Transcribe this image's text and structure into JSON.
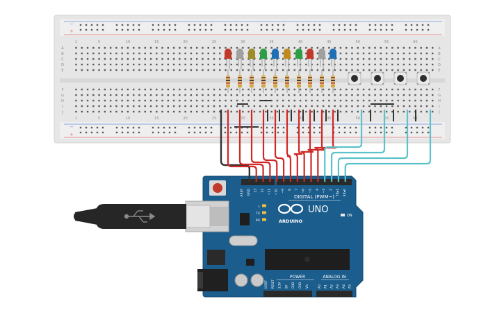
{
  "breadboard": {
    "column_numbers": [
      "1",
      "5",
      "10",
      "15",
      "20",
      "25",
      "30",
      "35",
      "40",
      "45",
      "50",
      "55",
      "60"
    ],
    "row_letters_top": [
      "A",
      "B",
      "C",
      "D",
      "E"
    ],
    "row_letters_bottom": [
      "F",
      "G",
      "H",
      "I",
      "J"
    ],
    "rail_minus": "−",
    "rail_plus": "+"
  },
  "leds": {
    "colors": [
      "#c0392b",
      "#a0a0a0",
      "#9c8c2a",
      "#2e9e44",
      "#1f6fb5",
      "#c08a1e",
      "#2e9e44",
      "#c0392b",
      "#a0a0a0",
      "#1f6fb5"
    ]
  },
  "arduino": {
    "brand": "ARDUINO",
    "model": "UNO",
    "digital_label": "DIGITAL (PWM~)",
    "digital_pins": [
      "AREF",
      "GND",
      "13",
      "12",
      "~11",
      "~10",
      "~9",
      "8",
      "7",
      "~6",
      "~5",
      "4",
      "~3",
      "2",
      "TX▸1",
      "RX◂0"
    ],
    "power_label": "POWER",
    "analog_label": "ANALOG IN",
    "power_pins": [
      "IOREF",
      "RESET",
      "3.3V",
      "5V",
      "GND",
      "GND",
      "Vin"
    ],
    "analog_pins": [
      "A0",
      "A1",
      "A2",
      "A3",
      "A4",
      "A5"
    ],
    "led_labels": [
      "L",
      "TX",
      "RX"
    ],
    "on_label": "ON",
    "board_color": "#1b5d8c"
  },
  "wires": {
    "led_color": "#d02727",
    "button_color": "#5bc2c9",
    "ground_color": "#333333"
  }
}
